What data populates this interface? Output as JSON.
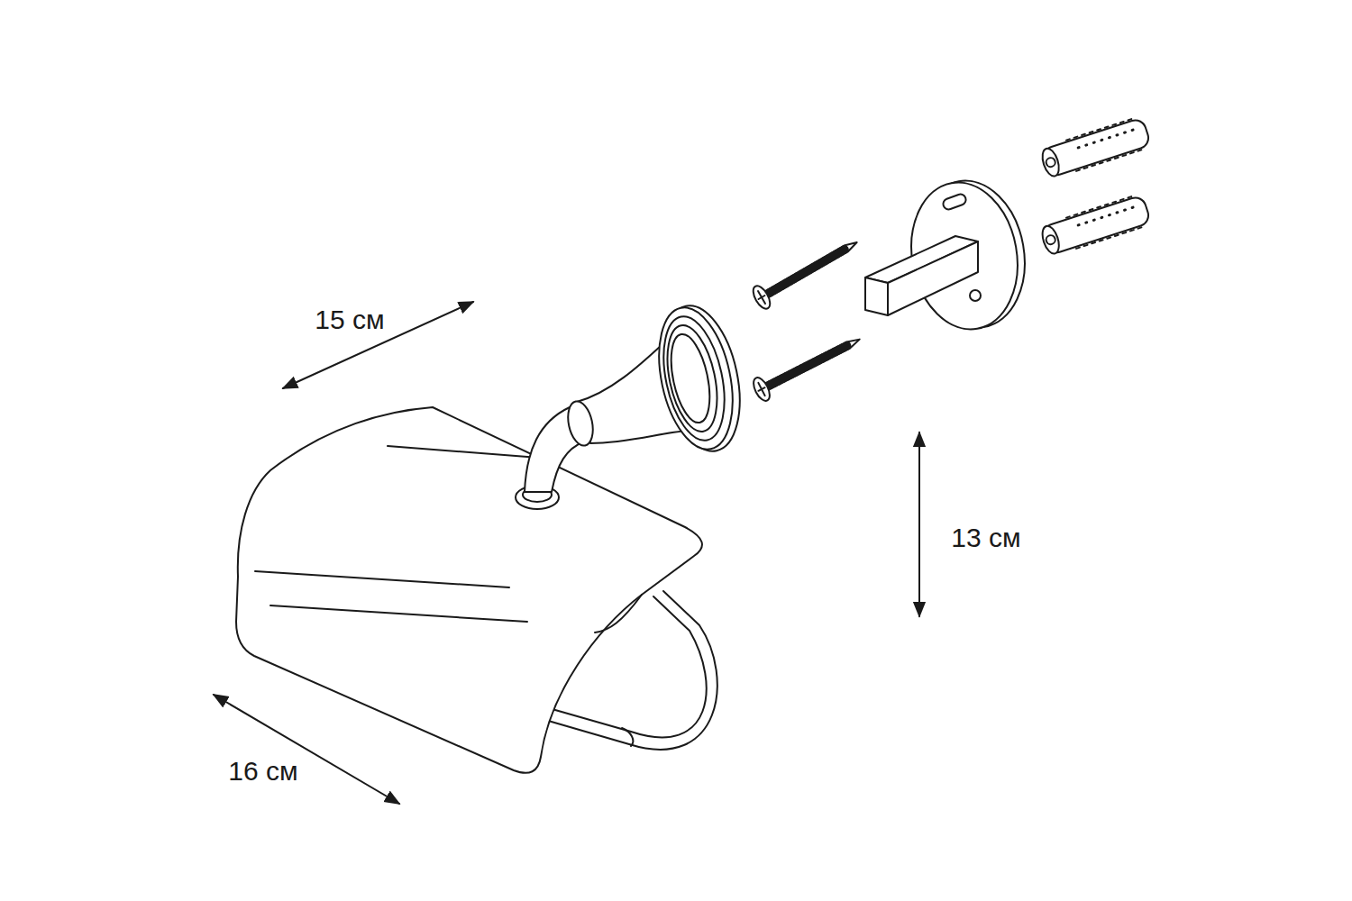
{
  "diagram": {
    "labels": [
      "15 см",
      "13 см",
      "16 см"
    ]
  }
}
